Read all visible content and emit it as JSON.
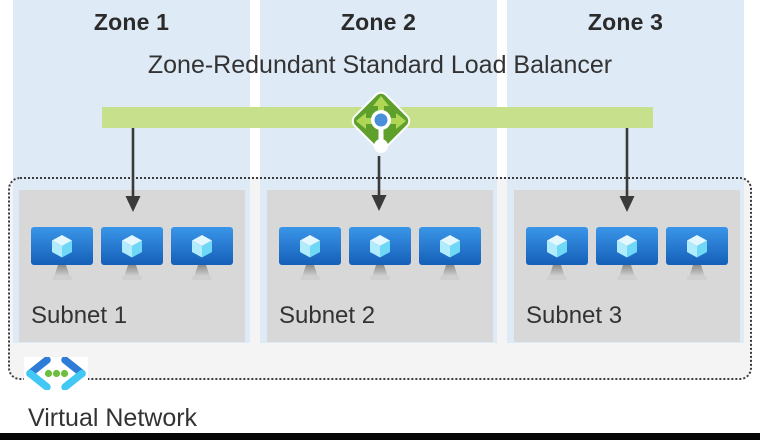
{
  "diagram": {
    "title": "Zone-Redundant Standard Load Balancer",
    "zones": [
      {
        "label": "Zone 1"
      },
      {
        "label": "Zone 2"
      },
      {
        "label": "Zone 3"
      }
    ],
    "subnets": [
      {
        "label": "Subnet 1",
        "vm_count": 3
      },
      {
        "label": "Subnet 2",
        "vm_count": 3
      },
      {
        "label": "Subnet 3",
        "vm_count": 3
      }
    ],
    "virtual_network_label": "Virtual Network",
    "icons": {
      "load_balancer": "load-balancer-icon",
      "virtual_machine": "vm-icon",
      "virtual_network": "virtual-network-icon",
      "flow_arrow": "down-arrow-icon"
    },
    "colors": {
      "zone_band": "#DEEAF5",
      "lb_bar": "#C7E08C",
      "lb_diamond": "#5FA02D",
      "lb_arrows": "#AFD755",
      "lb_center_dot": "#4A90D9",
      "subnet_box": "#D8D8D8",
      "vm_screen_top": "#3A96E8",
      "vm_screen_bottom": "#155FB8",
      "vm_cube": "#8ADFF6",
      "vnet_bracket_top": "#2E7CD6",
      "vnet_bracket_bottom": "#41C8F4",
      "vnet_dots": "#6CBF3F",
      "arrow": "#3A3A3A",
      "background": "#FFFFFF"
    }
  }
}
